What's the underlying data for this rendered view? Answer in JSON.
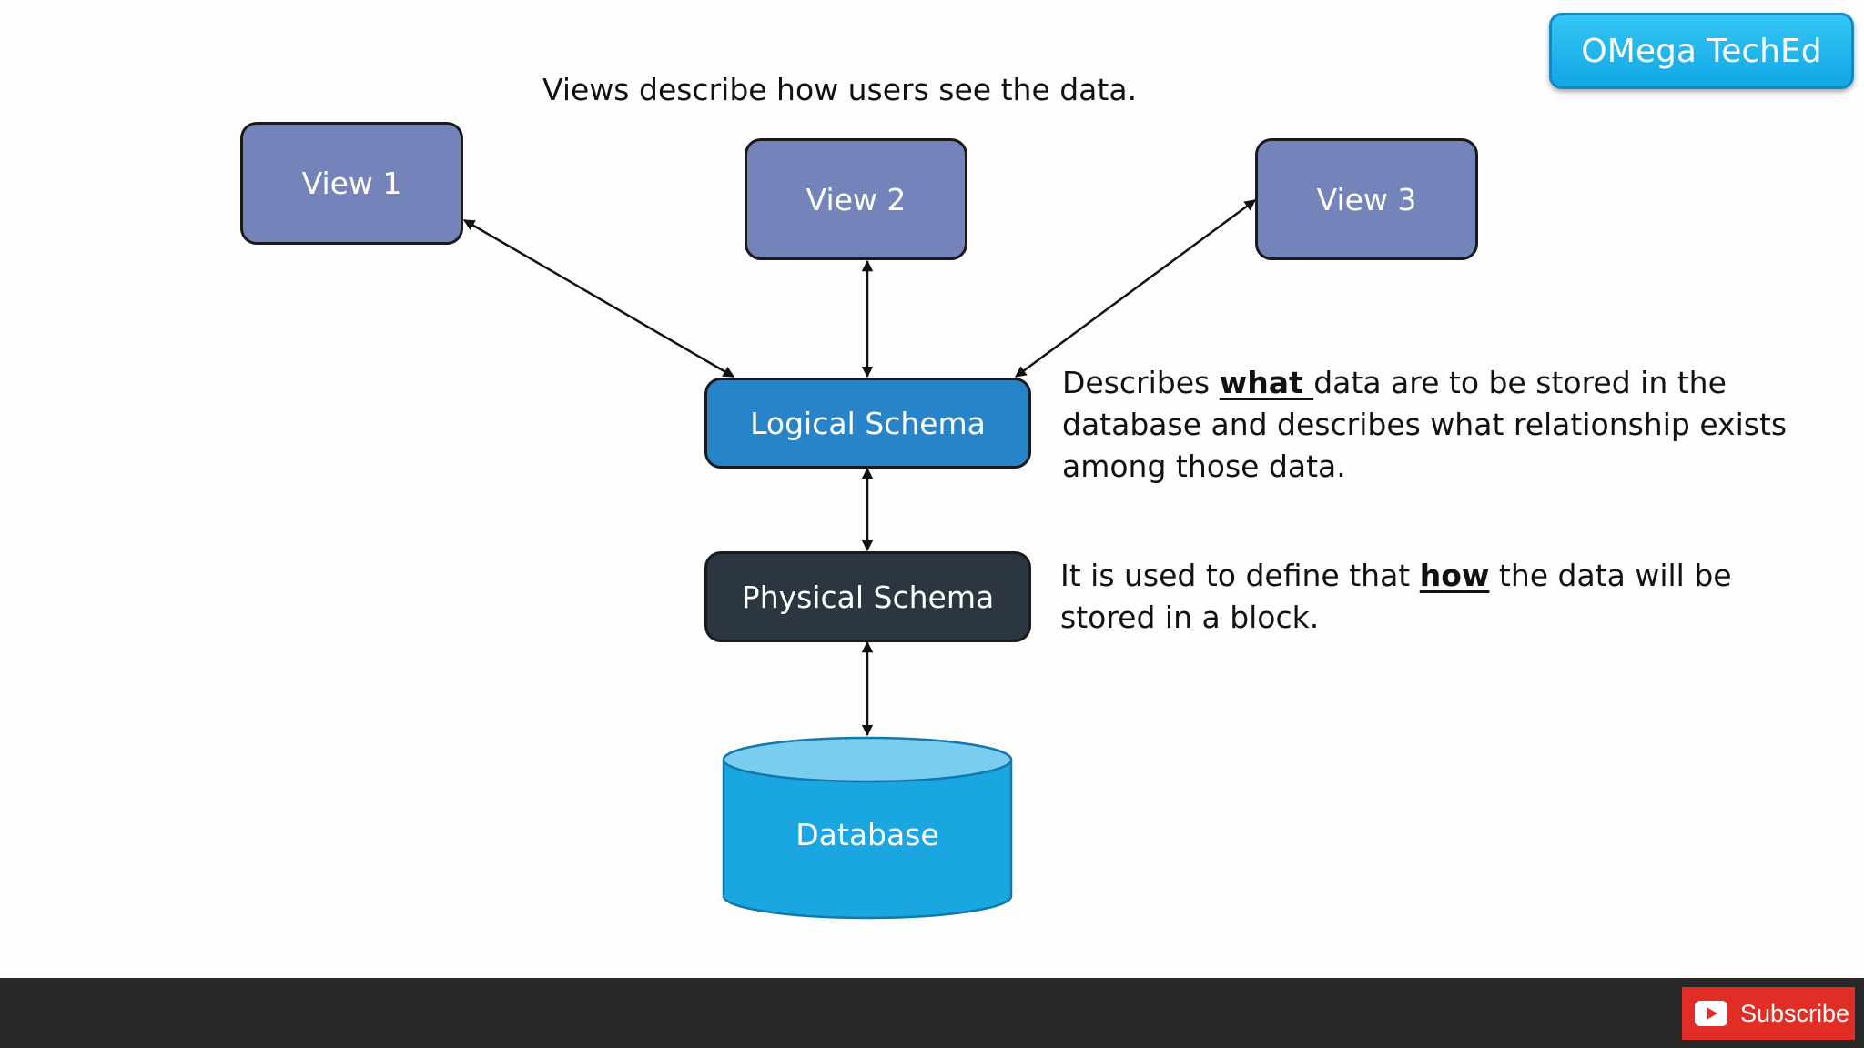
{
  "top_caption": "Views describe how users see the data.",
  "brand": "OMega TechEd",
  "views": [
    "View 1",
    "View 2",
    "View 3"
  ],
  "logical_schema": "Logical Schema",
  "physical_schema": "Physical Schema",
  "database": "Database",
  "logical_desc": {
    "before": "Describes ",
    "keyword": "what ",
    "after": "data are to be stored in the database and describes what relationship exists among those data."
  },
  "physical_desc": {
    "before": "It is used to define that ",
    "keyword": "how",
    "after": " the data will be stored in a block."
  },
  "subscribe": "Subscribe",
  "colors": {
    "view": "#7484bb",
    "logical": "#2784c8",
    "physical": "#2b3640",
    "database_body": "#1aa6e0",
    "database_top": "#7acdef",
    "brand": "#1fb3ea",
    "subscribe": "#e22d27",
    "footer": "#282828"
  }
}
